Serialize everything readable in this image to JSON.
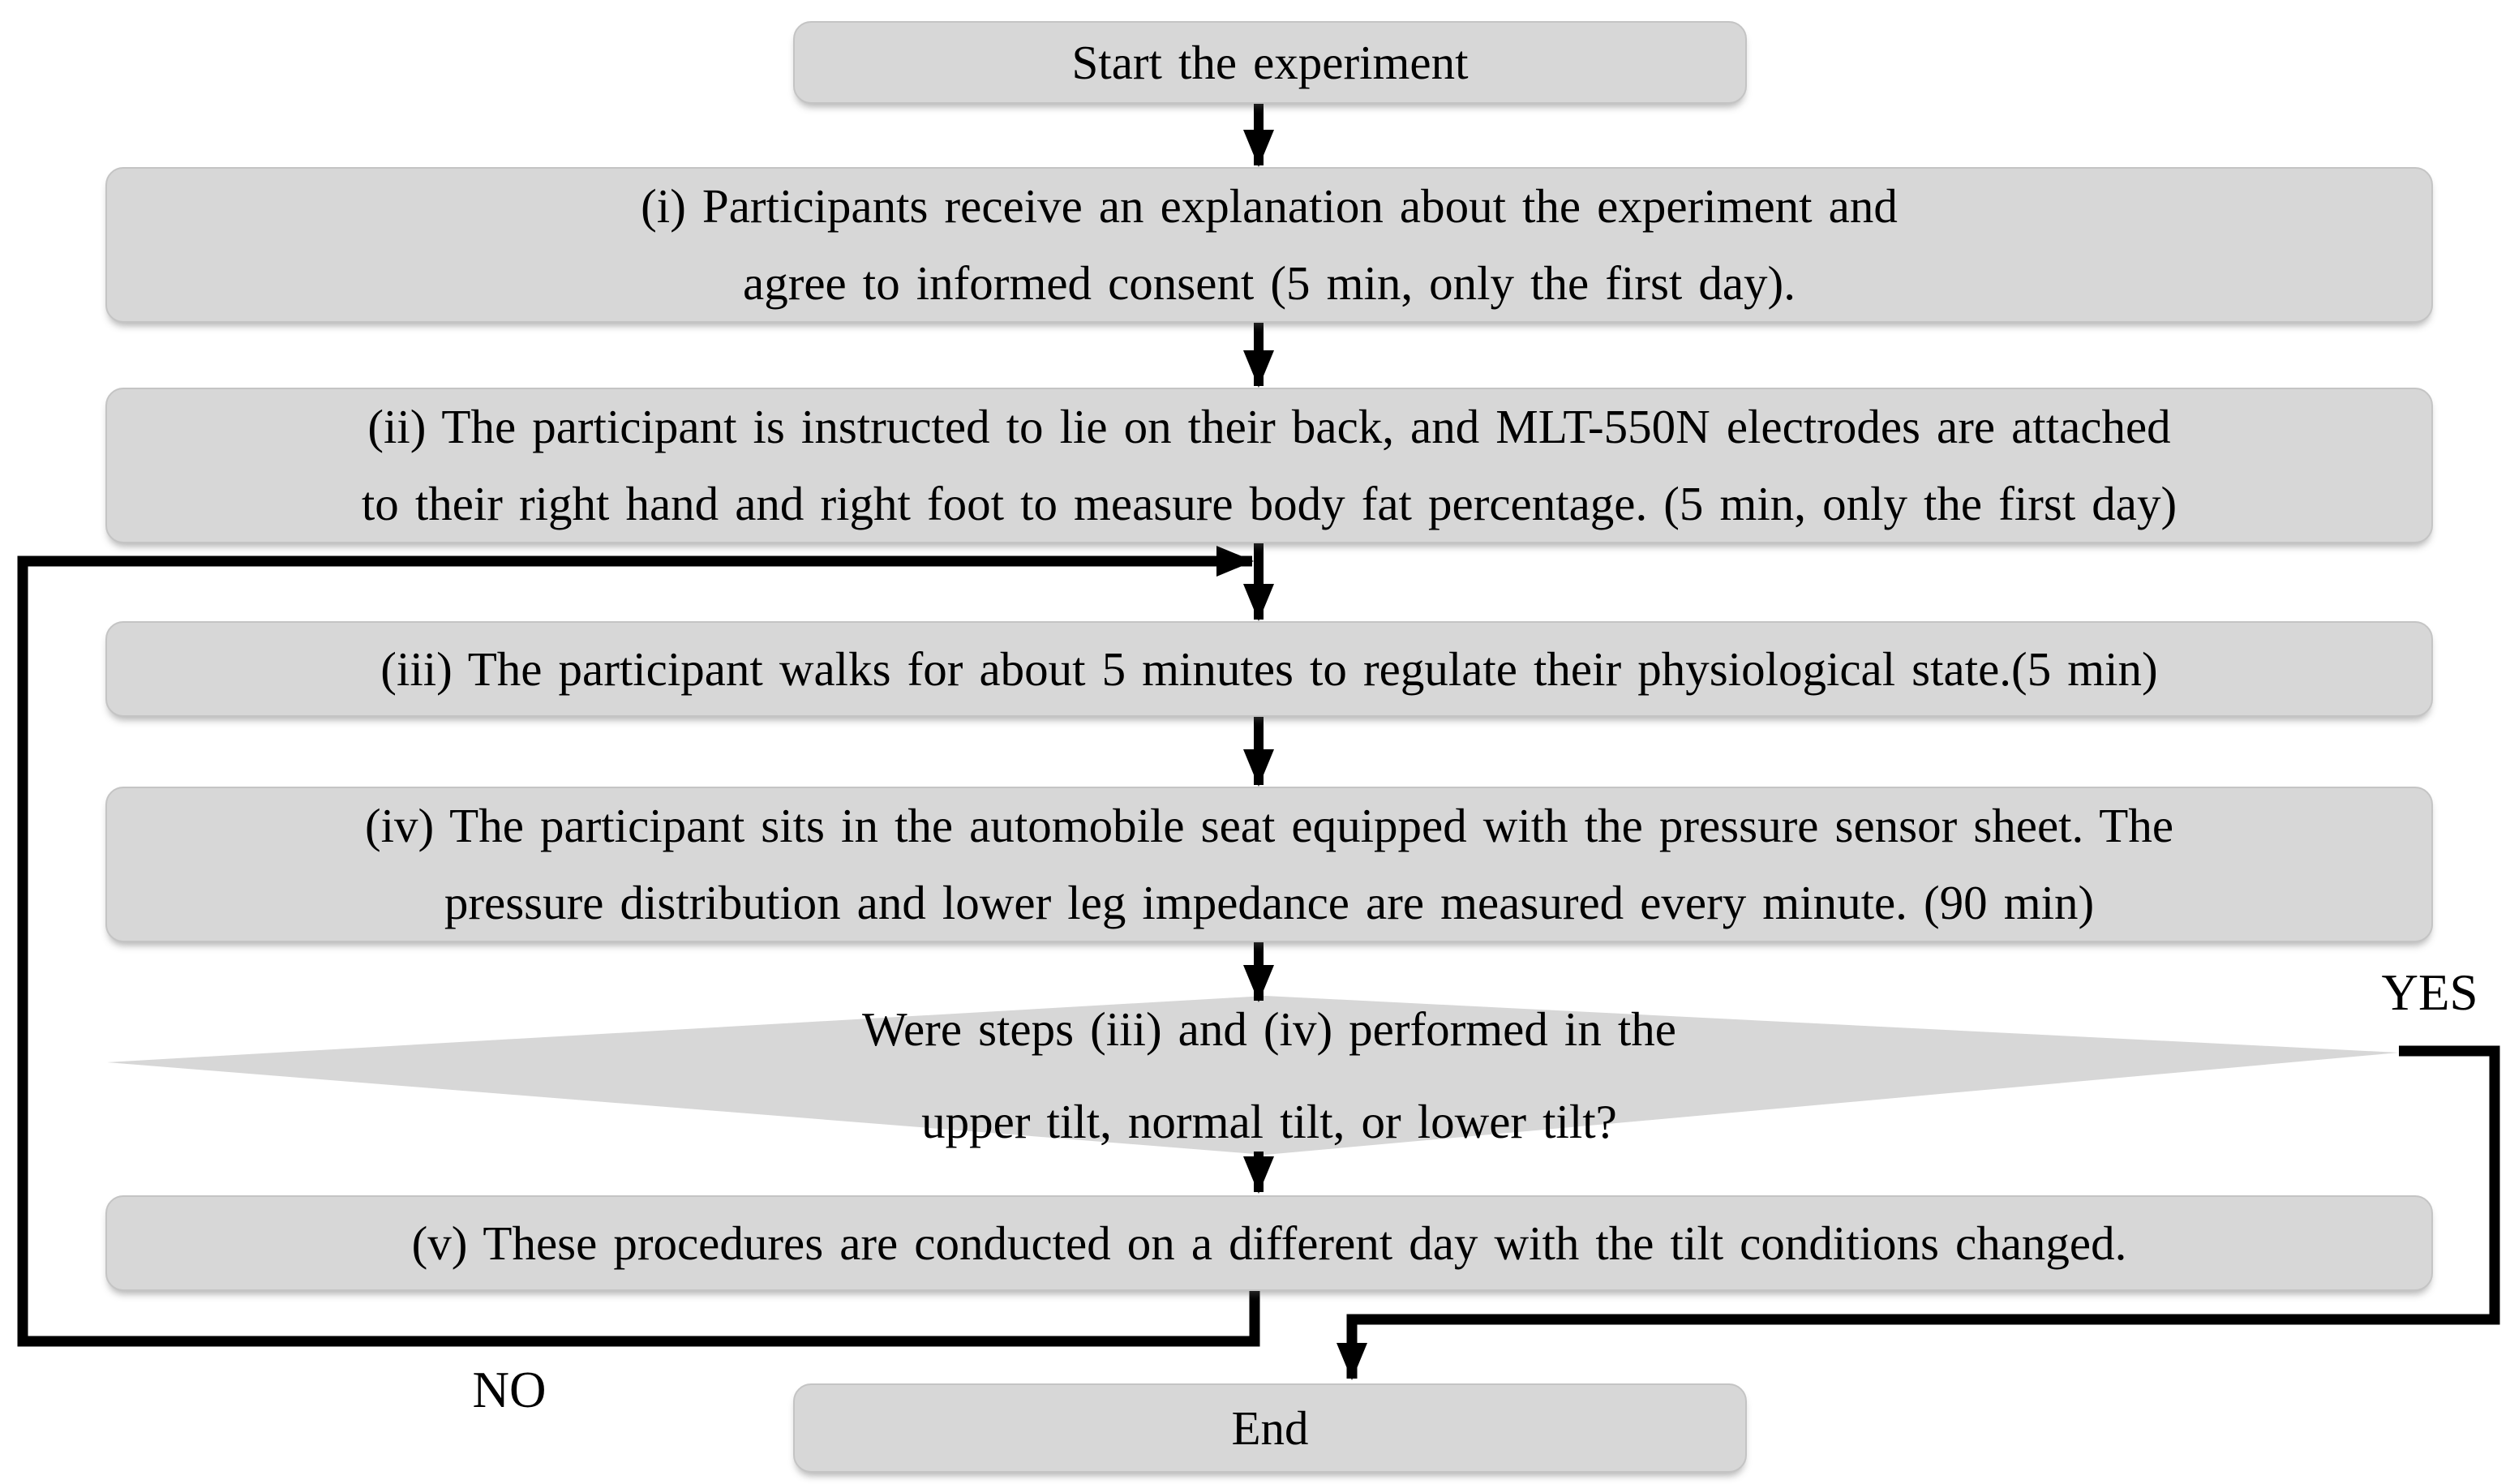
{
  "flowchart": {
    "start": {
      "label": "Start the experiment"
    },
    "steps": {
      "i": {
        "line1": "(i) Participants receive an explanation about the experiment and",
        "line2": "agree to informed consent (5 min, only the first day)."
      },
      "ii": {
        "line1": "(ii) The participant is instructed to lie on their back, and MLT-550N electrodes are attached",
        "line2": "to their right hand and right foot to measure body fat percentage. (5 min, only the first day)"
      },
      "iii": {
        "line1": "(iii) The participant walks for about 5 minutes to regulate their physiological state.(5 min)"
      },
      "iv": {
        "line1": "(iv) The participant sits in the automobile seat equipped with the pressure sensor sheet. The",
        "line2": "pressure distribution and lower leg impedance are measured every minute. (90 min)"
      },
      "v": {
        "line1": "(v) These procedures are conducted on a different day with the tilt conditions changed."
      }
    },
    "decision": {
      "line1": "Were steps (iii) and (iv) performed in the",
      "line2": "upper tilt, normal tilt, or lower tilt?"
    },
    "end": {
      "label": "End"
    },
    "branch_labels": {
      "yes": "YES",
      "no": "NO"
    },
    "colors": {
      "node_fill": "#d7d7d7",
      "node_border": "#c4c4c4",
      "connector": "#000000",
      "text": "#000000",
      "background": "#ffffff"
    }
  }
}
